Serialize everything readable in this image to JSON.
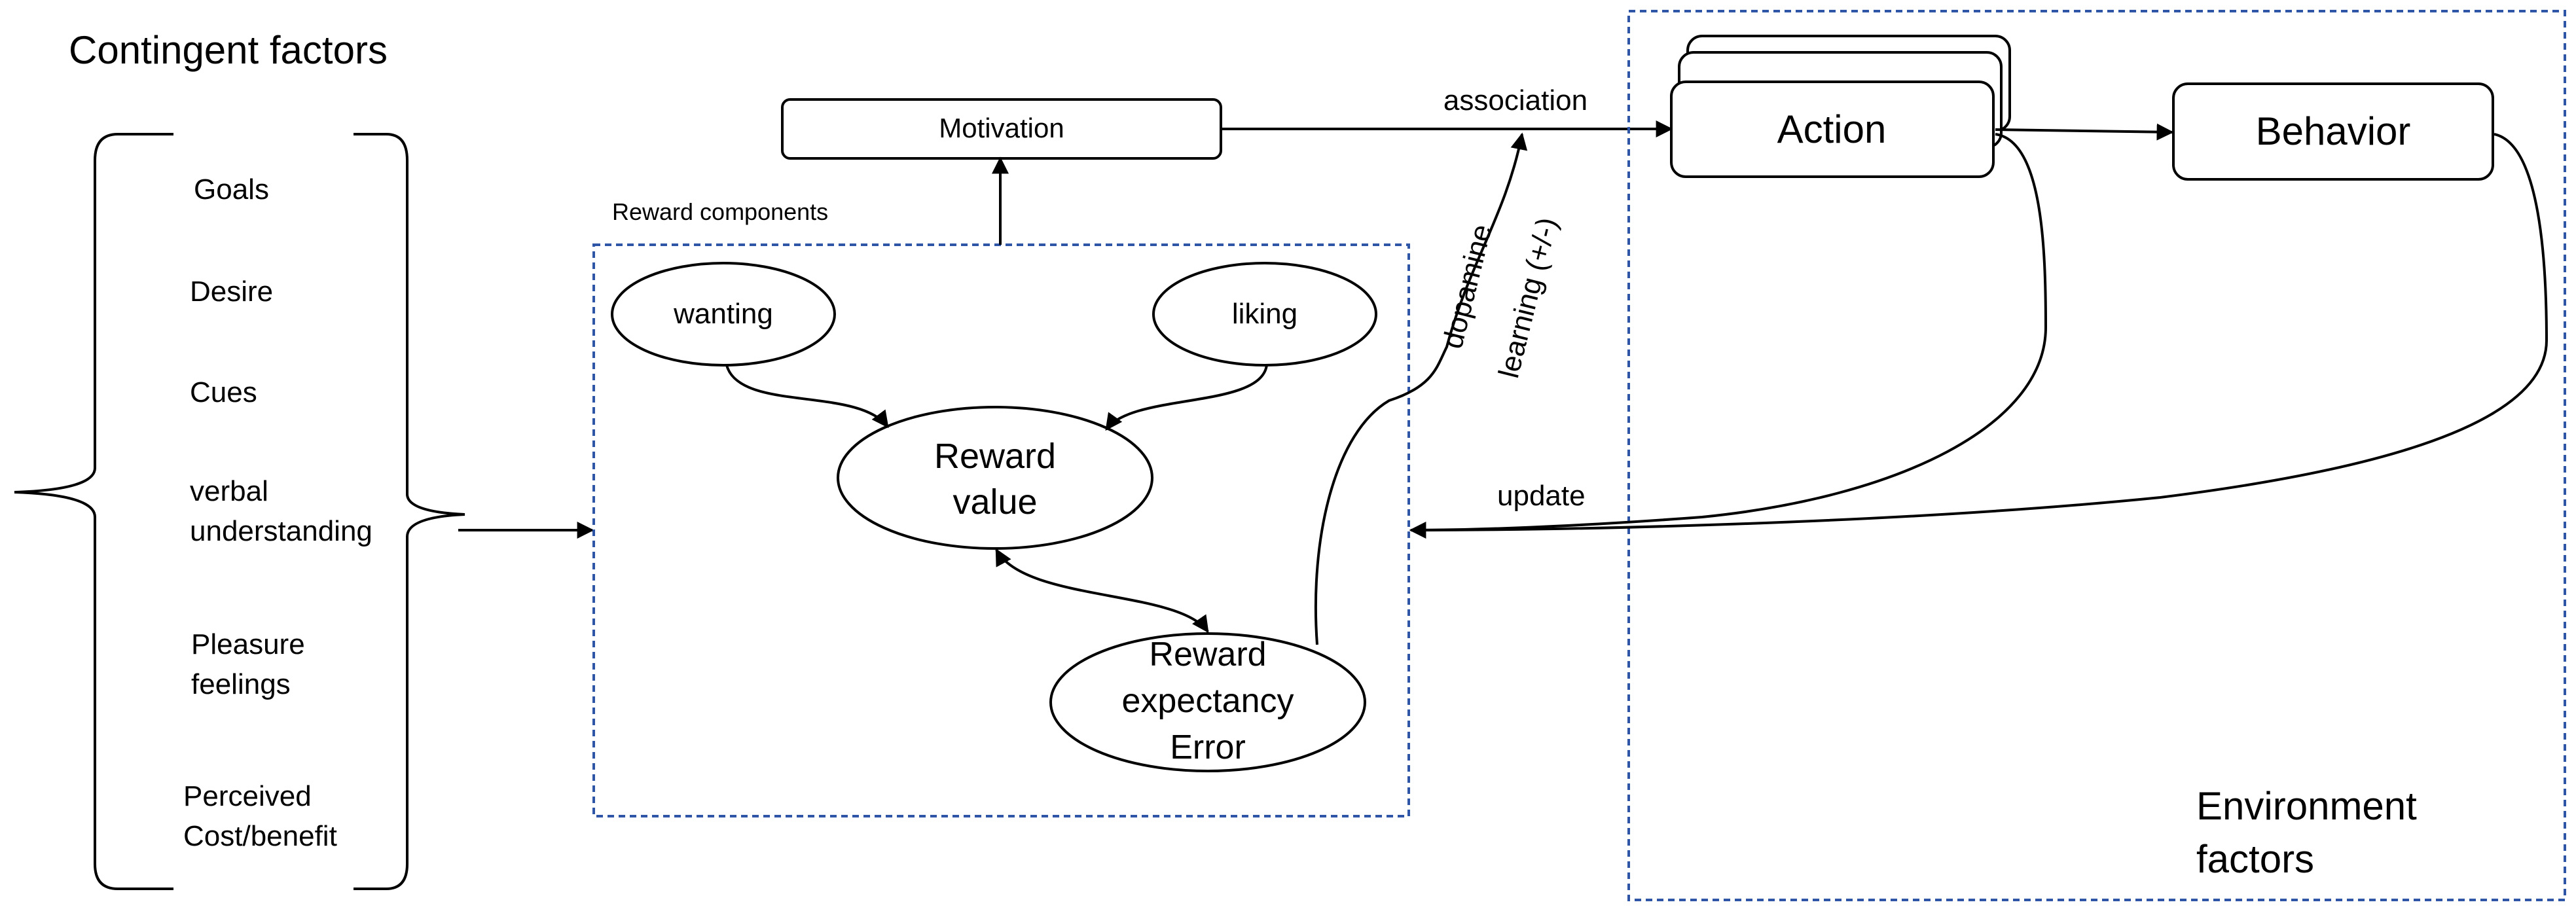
{
  "title": "Contingent factors",
  "factors": [
    "Goals",
    "Desire",
    "Cues",
    "verbal understanding",
    "Pleasure feelings",
    "Perceived Cost/benefit"
  ],
  "motivation": "Motivation",
  "association": "association",
  "reward_components_label": "Reward components",
  "wanting": "wanting",
  "liking": "liking",
  "reward_value": "Reward value",
  "reward_expectancy_error": "Reward expectancy Error",
  "dopamine": "dopamine",
  "learning": "learning (+/-)",
  "update": "update",
  "action": "Action",
  "behavior": "Behavior",
  "environment_factors": "Environment factors"
}
